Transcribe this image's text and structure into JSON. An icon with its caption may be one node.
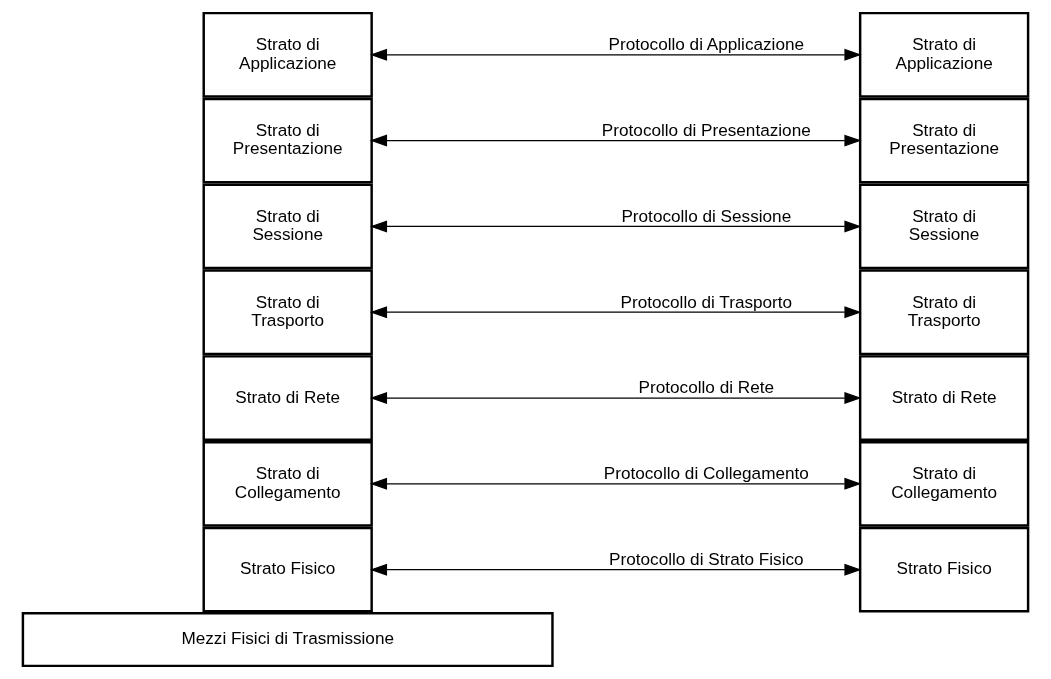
{
  "diagram": {
    "nodes": [
      {
        "text": [
          "Strato di Applicazione"
        ]
      },
      {
        "text": [
          "Strato di Presentazione"
        ]
      },
      {
        "text": [
          "Strato di Sessione"
        ]
      },
      {
        "text": [
          "Strato di Trasporto"
        ]
      },
      {
        "text": [
          "Strato di Rete"
        ]
      },
      {
        "text": [
          "Strato di Collegamento"
        ]
      },
      {
        "text": [
          "Strato Fisico"
        ]
      },
      {
        "text": [
          "Strato di Applicazione"
        ]
      },
      {
        "text": [
          "Strato di Presentazione"
        ]
      },
      {
        "text": [
          "Strato di Sessione"
        ]
      },
      {
        "text": [
          "Strato di Trasporto"
        ]
      },
      {
        "text": [
          "Strato di Rete"
        ]
      },
      {
        "text": [
          "Strato di Collegamento"
        ]
      },
      {
        "text": [
          "Strato Fisico"
        ]
      },
      {
        "text": [
          "Mezzi Fisici di Trasmissione"
        ]
      }
    ],
    "edges": [
      {
        "from": 0,
        "to": 7,
        "arrow": "both",
        "label": "Protocollo di Applicazione"
      },
      {
        "from": 1,
        "to": 8,
        "arrow": "both",
        "label": "Protocollo di Presentazione"
      },
      {
        "from": 2,
        "to": 9,
        "arrow": "both",
        "label": "Protocollo di Sessione"
      },
      {
        "from": 3,
        "to": 10,
        "arrow": "both",
        "label": "Protocollo di Trasporto"
      },
      {
        "from": 4,
        "to": 11,
        "arrow": "both",
        "label": "Protocollo di Rete"
      },
      {
        "from": 5,
        "to": 12,
        "arrow": "both",
        "label": "Protocollo di Collegamento"
      },
      {
        "from": 6,
        "to": 13,
        "arrow": "both",
        "label": "Protocollo di Strato Fisico"
      }
    ]
  }
}
